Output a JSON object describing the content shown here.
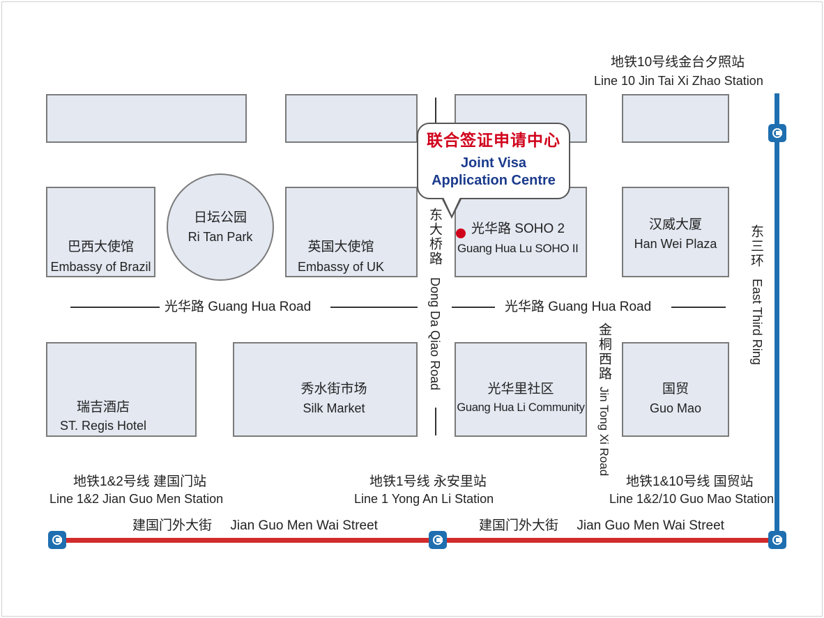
{
  "colors": {
    "block_fill": "#e3e8f1",
    "line_red": "#d12b2b",
    "line_blue": "#1f6fb0",
    "title_red": "#d0021b",
    "title_blue": "#1a3a8c"
  },
  "metro_lines": [
    {
      "name": "Line 1 red",
      "color": "#d12b2b"
    },
    {
      "name": "Line 10 blue",
      "color": "#1f6fb0"
    }
  ],
  "icons": {
    "metro": "metro-station-icon",
    "pin": "location-pin-icon"
  },
  "callout": {
    "zh": "联合签证申请中心",
    "en1": "Joint Visa",
    "en2": "Application Centre"
  },
  "buildings": {
    "embassy_brazil": {
      "zh": "巴西大使馆",
      "en": "Embassy of Brazil"
    },
    "ritan_park": {
      "zh": "日坛公园",
      "en": "Ri Tan Park"
    },
    "embassy_uk": {
      "zh": "英国大使馆",
      "en": "Embassy of UK"
    },
    "soho2": {
      "zh": "光华路 SOHO 2",
      "en": "Guang Hua Lu SOHO II"
    },
    "hanwei": {
      "zh": "汉威大厦",
      "en": "Han Wei Plaza"
    },
    "st_regis": {
      "zh": "瑞吉酒店",
      "en": "ST. Regis Hotel"
    },
    "silk_market": {
      "zh": "秀水街市场",
      "en": "Silk Market"
    },
    "guanghuali": {
      "zh": "光华里社区",
      "en": "Guang Hua Li Community"
    },
    "guomao": {
      "zh": "国贸",
      "en": "Guo Mao"
    }
  },
  "roads": {
    "guanghua_left": "光华路  Guang Hua Road",
    "guanghua_right": "光华路  Guang Hua Road",
    "dongdaqiao_zh": "东大桥路",
    "dongdaqiao_en": "Dong Da Qiao Road",
    "jintongxi_zh": "金桐西路",
    "jintongxi_en": "Jin Tong Xi Road",
    "east_third_zh": "东三环",
    "east_third_en": "East Third Ring",
    "jianguomen_left": "建国门外大街     Jian Guo Men Wai Street",
    "jianguomen_right": "建国门外大街     Jian Guo Men Wai Street"
  },
  "stations": {
    "jintaixizhao": {
      "zh": "地铁10号线金台夕照站",
      "en": "Line 10 Jin Tai Xi Zhao Station"
    },
    "jianguomen": {
      "zh": "地铁1&2号线 建国门站",
      "en": "Line 1&2 Jian Guo Men Station"
    },
    "yonganli": {
      "zh": "地铁1号线 永安里站",
      "en": "Line 1 Yong An Li Station"
    },
    "guomao": {
      "zh": "地铁1&10号线 国贸站",
      "en": "Line 1&2/10 Guo Mao Station"
    }
  }
}
